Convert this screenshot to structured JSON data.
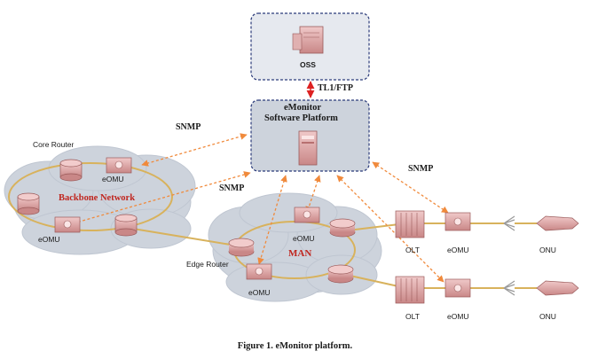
{
  "oss": {
    "label": "OSS"
  },
  "platform": {
    "line1": "eMonitor",
    "line2": "Software Platform"
  },
  "protocols": {
    "tl1": "TL1/FTP",
    "snmp": "SNMP"
  },
  "backbone": {
    "label": "Backbone Network",
    "core_router": "Core Router"
  },
  "man": {
    "label": "MAN",
    "edge_router": "Edge Router"
  },
  "nodes": {
    "emomu": "eOMU",
    "olt": "OLT",
    "onu": "ONU"
  },
  "caption": "Figure 1. eMonitor platform.",
  "colors": {
    "accent": "#c0261f",
    "cloud": "#cdd3dc",
    "ring": "#d8b25c",
    "link": "#f08a3c",
    "device": "#d9a0a0",
    "box_border": "#2b3b7a"
  }
}
